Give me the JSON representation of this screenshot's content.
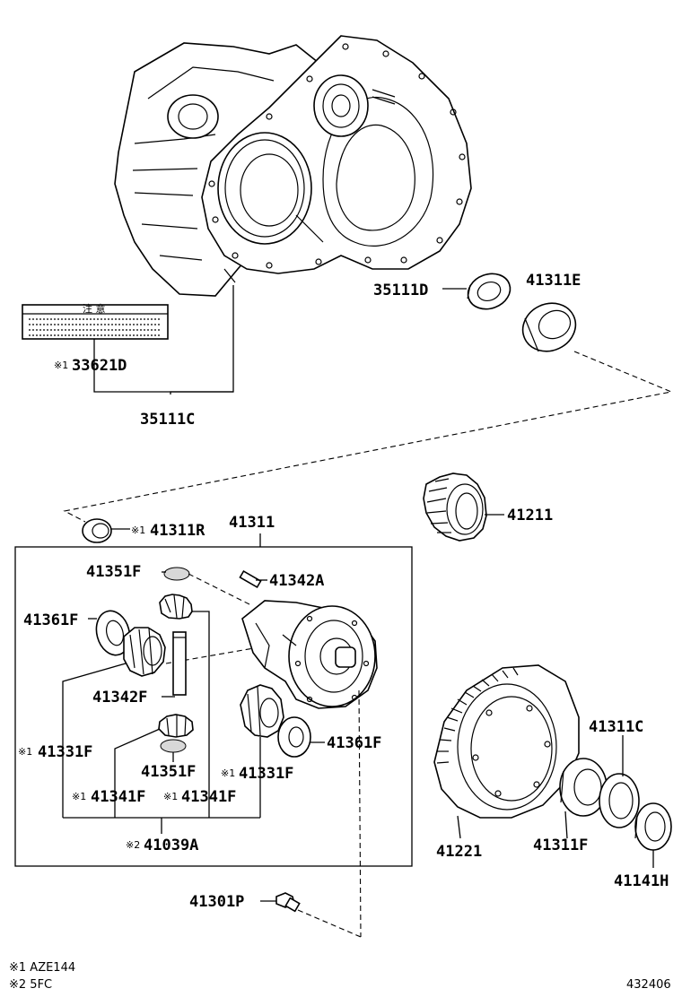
{
  "labels": {
    "l35111D": "35111D",
    "l41311E": "41311E",
    "l33621D": "33621D",
    "l35111C": "35111C",
    "l41211": "41211",
    "l41311R": "41311R",
    "l41311": "41311",
    "l41351F_top": "41351F",
    "l41342A": "41342A",
    "l41361F_left": "41361F",
    "l41342F": "41342F",
    "l41361F_right": "41361F",
    "l41331F_left": "41331F",
    "l41351F_bottom": "41351F",
    "l41331F_right": "41331F",
    "l41341F_left": "41341F",
    "l41341F_right": "41341F",
    "l41039A": "41039A",
    "l41301P": "41301P",
    "l41221": "41221",
    "l41311C": "41311C",
    "l41311F": "41311F",
    "l41141H": "41141H"
  },
  "marks": {
    "m1": "※1",
    "m2": "※2"
  },
  "notes": {
    "note1": "※1 AZE144",
    "note2": "※2 5FC",
    "diagram_number": "432406"
  },
  "label_sticker": {
    "heading": "注 意"
  }
}
